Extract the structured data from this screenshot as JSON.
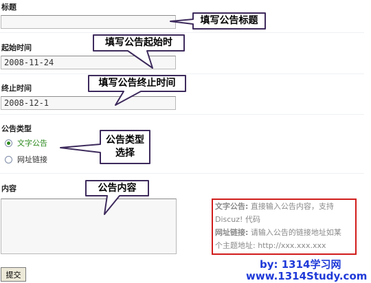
{
  "form": {
    "title_label": "标题",
    "title_value": "",
    "start_label": "起始时间",
    "start_value": "2008-11-24",
    "end_label": "终止时间",
    "end_value": "2008-12-1",
    "type_label": "公告类型",
    "type_options": [
      {
        "label": "文字公告",
        "selected": true
      },
      {
        "label": "网址链接",
        "selected": false
      }
    ],
    "content_label": "内容",
    "content_value": "",
    "submit_label": "提交"
  },
  "annotations": {
    "title_note": "填写公告标题",
    "start_note": "填写公告起始时",
    "end_note": "填写公告终止时间",
    "type_note_line1": "公告类型",
    "type_note_line2": "选择",
    "content_note": "公告内容"
  },
  "help": {
    "text_term": "文字公告:",
    "text_desc_1": " 直接输入公告内容，支持",
    "text_desc_2": "Discuz! 代码",
    "link_term": "网址链接:",
    "link_desc_1": " 请输入公告的链接地址如某",
    "link_desc_2": "个主题地址: http://xxx.xxx.xxx"
  },
  "watermark": {
    "line1": "by: 1314学习网",
    "line2": "www.1314Study.com"
  },
  "colors": {
    "selected_option": "#2d8a1e",
    "help_border": "#d11c1c",
    "callout_border": "#3d2a5c",
    "watermark": "#1f3ad8"
  }
}
